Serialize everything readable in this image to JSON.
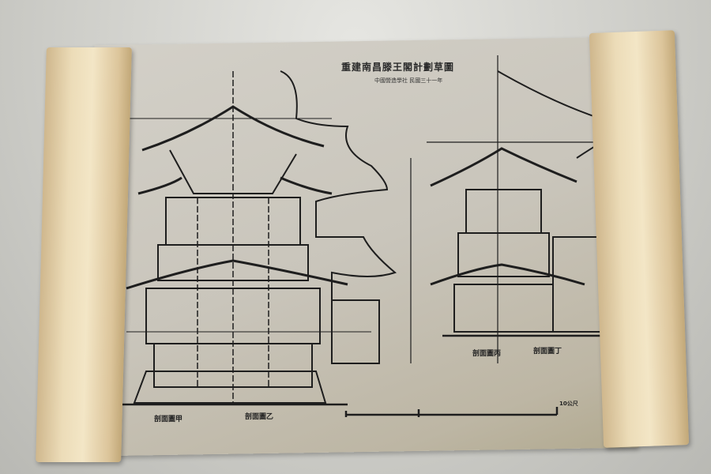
{
  "drawing": {
    "title": "重建南昌滕王閣計劃草圖",
    "subtitle": "中國營造學社 民國三十一年",
    "labels": [
      "剖面圖甲",
      "剖面圖乙",
      "剖面圖丙",
      "剖面圖丁"
    ],
    "scale_label": "10公尺"
  },
  "colors": {
    "paper": "#cac6bc",
    "wood": "#ecdcb8",
    "ink": "#1e1e1e"
  }
}
